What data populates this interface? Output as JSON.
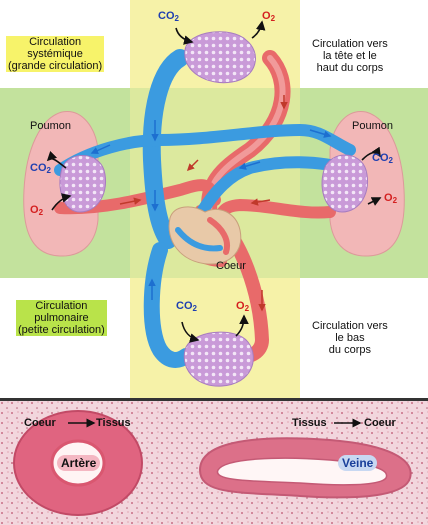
{
  "labels": {
    "systemic": [
      "Circulation",
      "systémique",
      "(grande circulation)"
    ],
    "top_right": [
      "Circulation vers",
      "la tête et le",
      "haut du corps"
    ],
    "pulmonary": [
      "Circulation",
      "pulmonaire",
      "(petite circulation)"
    ],
    "bottom_right": [
      "Circulation vers",
      "le bas",
      "du corps"
    ],
    "lung_left": "Poumon",
    "lung_right": "Poumon",
    "heart": "Coeur"
  },
  "gases": {
    "co2_main": "CO",
    "co2_sub": "2",
    "o2_main": "O",
    "o2_sub": "2"
  },
  "histology": {
    "left_from": "Coeur",
    "left_to": "Tissus",
    "right_from": "Tissus",
    "right_to": "Coeur",
    "artery": "Artère",
    "vein": "Veine"
  },
  "colors": {
    "venous_blue": "#3b9be0",
    "arterial_red": "#e86a6a",
    "systemic_band": "#f6f2a8",
    "pulmonary_band": "#b9dd8c",
    "capillary": "#c99ad8",
    "tissue_pink": "#e0899c"
  }
}
